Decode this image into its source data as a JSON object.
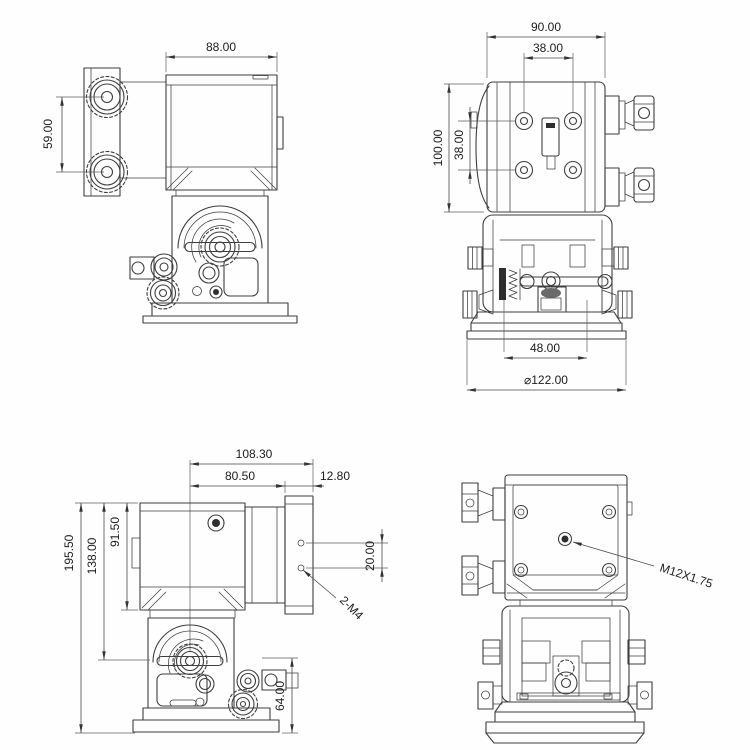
{
  "page": {
    "background": "#fefefe",
    "line_color": "#3e3e3e",
    "text_color": "#1c1c1c"
  },
  "views": {
    "front": {
      "dims": {
        "body_width": "88.00",
        "knob_spacing": "59.00"
      }
    },
    "right_side": {
      "dims": {
        "overall_width": "90.00",
        "hole_spacing_horizontal": "38.00",
        "overall_height": "100.00",
        "hole_spacing_vertical": "38.00",
        "clamp_span": "48.00",
        "base_diameter": "⌀122.00"
      }
    },
    "left_side": {
      "dims": {
        "overall_depth": "108.30",
        "body_depth": "80.50",
        "plate_thickness": "12.80",
        "body_height": "91.50",
        "axis_height": "138.00",
        "overall_height": "195.50",
        "plate_hole_spacing": "20.00",
        "saddle_height": "64.00"
      },
      "notes": {
        "tapped_holes": "2-M4"
      }
    },
    "rear": {
      "notes": {
        "center_thread": "M12X1.75"
      }
    }
  }
}
